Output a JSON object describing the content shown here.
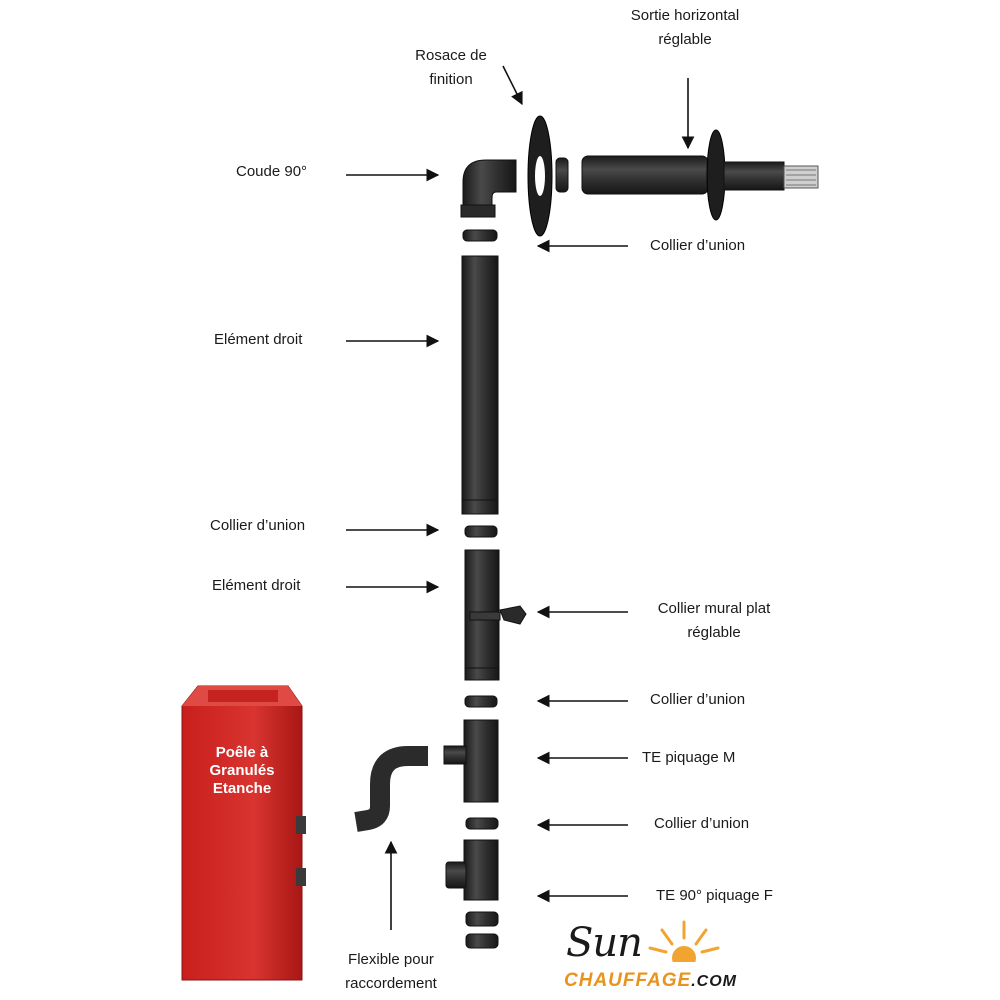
{
  "labels": {
    "sortie_horizontal": [
      "Sortie horizontal",
      "réglable"
    ],
    "rosace": [
      "Rosace de",
      "finition"
    ],
    "coude": "Coude 90°",
    "collier_union_top": "Collier d’union",
    "element_droit_1": "Elément droit",
    "collier_union_left": "Collier d’union",
    "element_droit_2": "Elément droit",
    "collier_mural": [
      "Collier mural plat",
      "réglable"
    ],
    "collier_union_3": "Collier d’union",
    "te_piquage_m": "TE piquage M",
    "collier_union_4": "Collier d’union",
    "te_90_piquage_f": "TE 90° piquage F",
    "flexible": [
      "Flexible pour",
      "raccordement"
    ]
  },
  "stove": {
    "text": [
      "Poêle à",
      "Granulés",
      "Etanche"
    ],
    "color": "#d42a26"
  },
  "logo": {
    "sun": "Sun",
    "chauffage": "CHAUFFAGE",
    "com": ".COM",
    "accent": "#e8931c"
  },
  "colors": {
    "pipe": "#2b2b2b",
    "arrow": "#111111"
  }
}
